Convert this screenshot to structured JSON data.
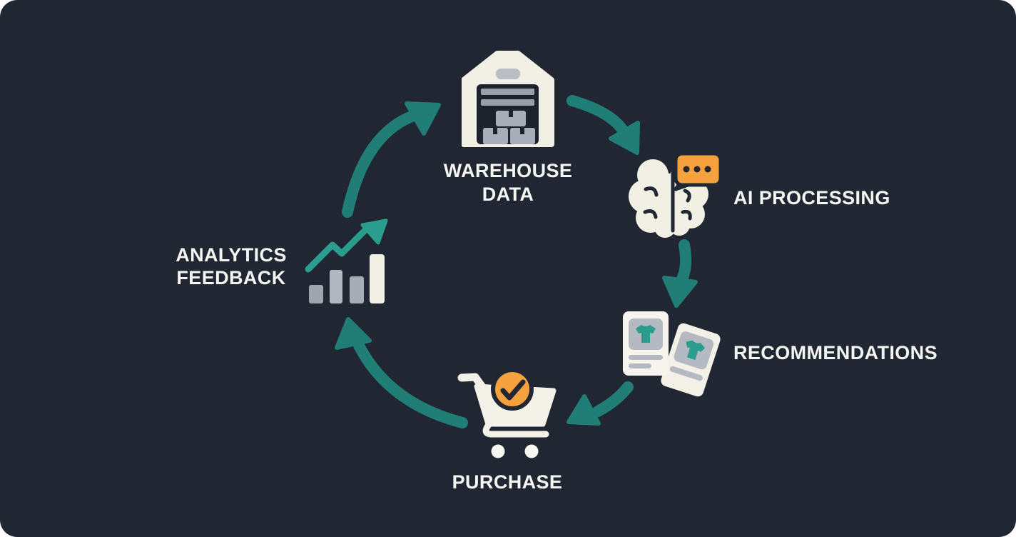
{
  "diagram": {
    "type": "cycle-flow",
    "nodes": {
      "warehouse_data": {
        "label": "WAREHOUSE DATA",
        "lines": [
          "WAREHOUSE",
          "DATA"
        ],
        "icon": "warehouse-icon"
      },
      "ai_processing": {
        "label": "AI PROCESSING",
        "icon": "brain-chat-icon"
      },
      "recommendations": {
        "label": "RECOMMENDATIONS",
        "icon": "product-cards-icon"
      },
      "purchase": {
        "label": "PURCHASE",
        "icon": "cart-check-icon"
      },
      "analytics_feedback": {
        "label": "ANALYTICS FEEDBACK",
        "lines": [
          "ANALYTICS",
          "FEEDBACK"
        ],
        "icon": "growth-chart-icon"
      }
    },
    "edges": [
      {
        "from": "warehouse_data",
        "to": "ai_processing"
      },
      {
        "from": "ai_processing",
        "to": "recommendations"
      },
      {
        "from": "recommendations",
        "to": "purchase"
      },
      {
        "from": "purchase",
        "to": "analytics_feedback"
      },
      {
        "from": "analytics_feedback",
        "to": "warehouse_data"
      }
    ],
    "colors": {
      "background": "#212732",
      "arrow_teal": "#217E77",
      "accent_teal": "#2A9D8F",
      "accent_orange": "#F5A13D",
      "icon_cream": "#F2EFE4",
      "icon_gray": "#A8AEB7",
      "text_white": "#F5F5F2"
    }
  }
}
